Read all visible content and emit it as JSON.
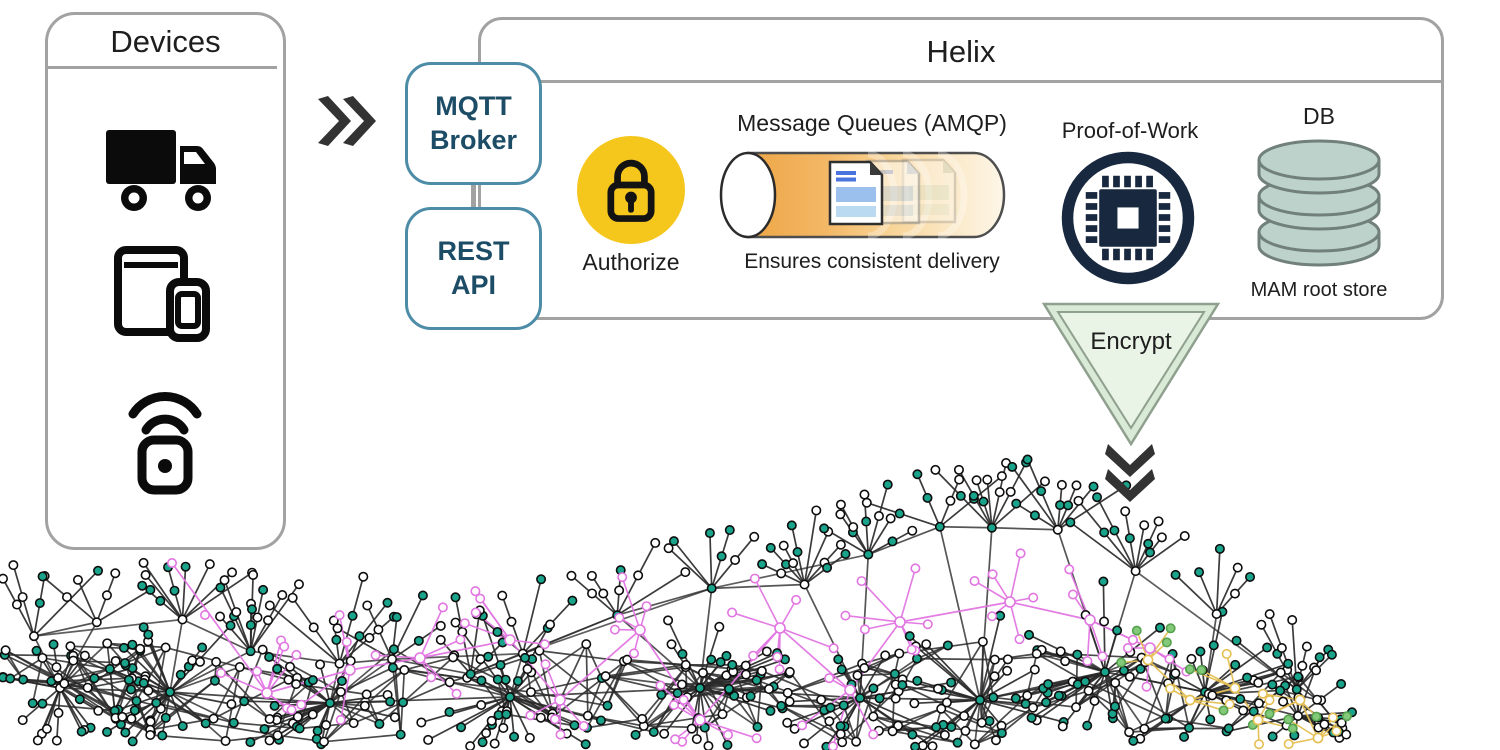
{
  "colors": {
    "border_gray": "#a2a2a2",
    "text_dark": "#1e1e1e",
    "mqtt_border": "#4d8ca7",
    "mqtt_text": "#1d4d66",
    "authorize_yellow": "#f5c71d",
    "pow_navy": "#17283f",
    "db_fill": "#bdd2cb",
    "db_stroke": "#71807b",
    "encrypt_fill": "#e9f4e7",
    "encrypt_band": "#d9ead6",
    "encrypt_stroke": "#8fa08f",
    "chevron_dark": "#333333",
    "tube_orange": "#eea646",
    "tube_cream": "#fdf6e8"
  },
  "devices": {
    "title": "Devices",
    "icons": [
      {
        "name": "truck-icon"
      },
      {
        "name": "tablet-phone-icon"
      },
      {
        "name": "iot-sensor-icon"
      }
    ]
  },
  "flow": {
    "input_arrow": "double-chevron-right",
    "output_arrow": "double-chevron-down"
  },
  "mqtt": {
    "line1": "MQTT",
    "line2": "Broker"
  },
  "rest": {
    "line1": "REST",
    "line2": "API"
  },
  "helix": {
    "title": "Helix"
  },
  "authorize": {
    "label": "Authorize"
  },
  "queues": {
    "title": "Message Queues (AMQP)",
    "caption": "Ensures consistent delivery"
  },
  "pow": {
    "label": "Proof-of-Work"
  },
  "db": {
    "label": "DB",
    "caption": "MAM root store"
  },
  "encrypt": {
    "label": "Encrypt"
  },
  "tangle": {
    "seed": 1337,
    "edge_color": "#2a2a2a",
    "node_stroke": "#0d0d0d",
    "teal": "#18a38a",
    "white": "#ffffff",
    "magenta": "#e175e1",
    "yellow": "#e5bf52",
    "lightgreen": "#82c979",
    "lightgreen_stroke": "#55a14e",
    "teal_probability": 0.45,
    "node_radius": 4.2,
    "edge_width": 1.7,
    "x_max": 1352,
    "band_nodes": 150,
    "fan_step": 74,
    "envelope": [
      [
        0,
        548
      ],
      [
        120,
        556
      ],
      [
        250,
        566
      ],
      [
        400,
        576
      ],
      [
        520,
        586
      ],
      [
        620,
        548
      ],
      [
        700,
        532
      ],
      [
        780,
        520
      ],
      [
        850,
        500
      ],
      [
        920,
        466
      ],
      [
        1000,
        452
      ],
      [
        1060,
        446
      ],
      [
        1120,
        470
      ],
      [
        1180,
        520
      ],
      [
        1240,
        562
      ],
      [
        1300,
        604
      ],
      [
        1345,
        652
      ],
      [
        1375,
        700
      ]
    ],
    "mega_hubs": [
      [
        60,
        688
      ],
      [
        170,
        692
      ],
      [
        330,
        703
      ],
      [
        510,
        697
      ],
      [
        700,
        688
      ],
      [
        860,
        698
      ],
      [
        980,
        700
      ],
      [
        1105,
        672
      ],
      [
        1205,
        692
      ],
      [
        1298,
        716
      ]
    ],
    "magenta_chain": [
      [
        267,
        693
      ],
      [
        350,
        670
      ],
      [
        420,
        658
      ],
      [
        510,
        640
      ],
      [
        560,
        700
      ],
      [
        640,
        630
      ],
      [
        700,
        720
      ],
      [
        780,
        628
      ],
      [
        850,
        690
      ],
      [
        900,
        622
      ],
      [
        1010,
        602
      ],
      [
        1090,
        620
      ],
      [
        1150,
        648
      ]
    ],
    "magenta_top": [
      172,
      563
    ],
    "yellow_chain": [
      [
        1148,
        660
      ],
      [
        1190,
        700
      ],
      [
        1235,
        688
      ],
      [
        1258,
        720
      ],
      [
        1300,
        700
      ],
      [
        1318,
        738
      ]
    ]
  }
}
